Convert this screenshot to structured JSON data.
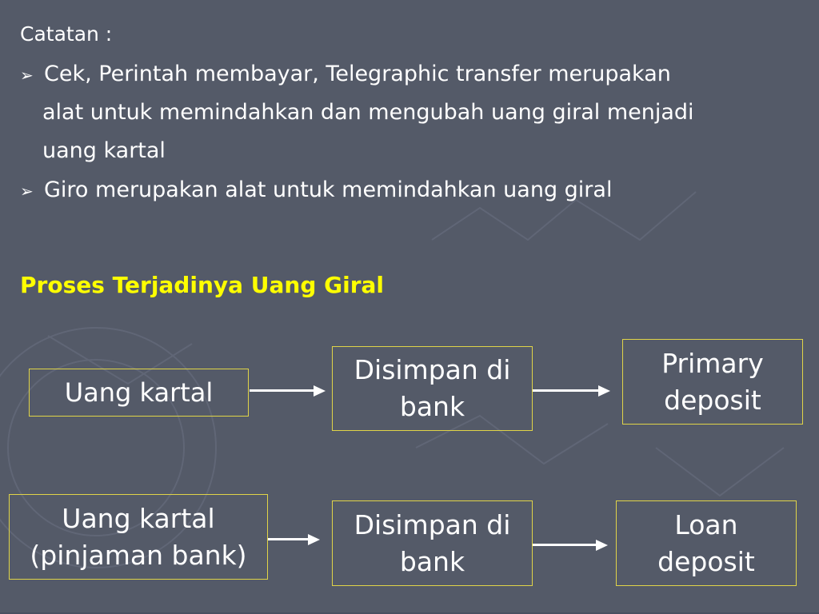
{
  "notes": {
    "title": "Catatan :",
    "bullet_marker": "➢",
    "bullet1": {
      "line1": "Cek, Perintah membayar, Telegraphic transfer merupakan",
      "line2": "alat untuk memindahkan dan mengubah uang giral menjadi",
      "line3": "uang kartal"
    },
    "bullet2": {
      "line1": "Giro merupakan alat untuk memindahkan uang giral"
    }
  },
  "section": {
    "heading": "Proses Terjadinya Uang Giral"
  },
  "flow1": {
    "step1": {
      "line1": "Uang kartal"
    },
    "step2": {
      "line1": "Disimpan di",
      "line2": "bank"
    },
    "step3": {
      "line1": "Primary",
      "line2": "deposit"
    }
  },
  "flow2": {
    "step1": {
      "line1": "Uang kartal",
      "line2": "(pinjaman bank)"
    },
    "step2": {
      "line1": "Disimpan di",
      "line2": "bank"
    },
    "step3": {
      "line1": "Loan",
      "line2": "deposit"
    }
  },
  "colors": {
    "background": "#545a68",
    "heading": "#ffff00",
    "box_border": "#e0d448",
    "text": "#ffffff"
  }
}
